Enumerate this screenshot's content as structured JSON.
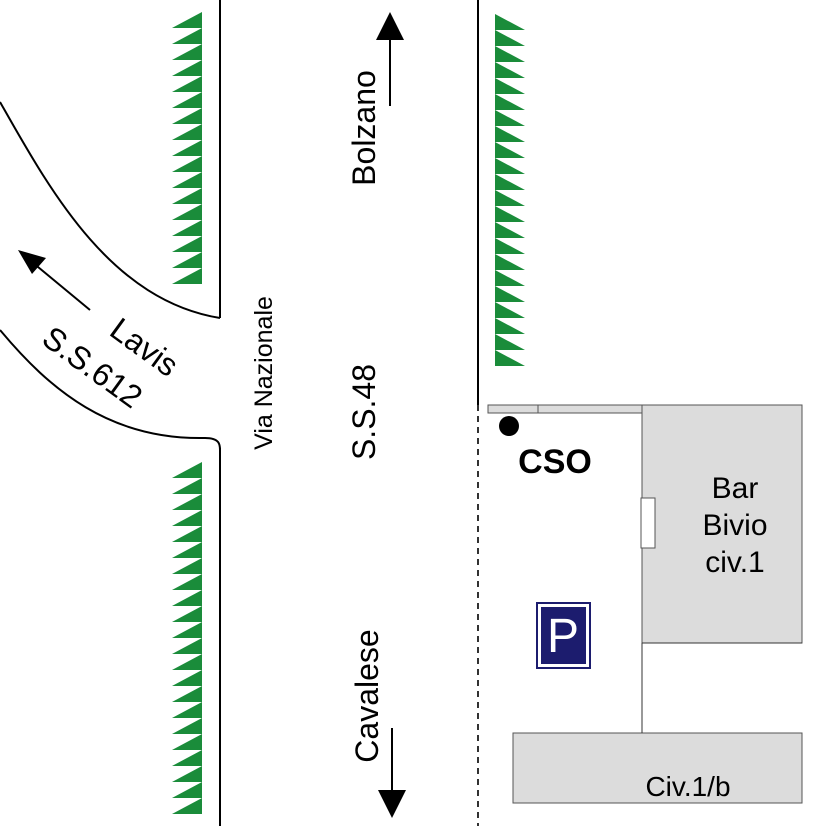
{
  "roads": {
    "main_street_name": "Via Nazionale",
    "main_road_code": "S.S.48",
    "north_destination": "Bolzano",
    "south_destination": "Cavalese",
    "branch_destination": "Lavis",
    "branch_road_code": "S.S.612"
  },
  "places": {
    "marker_label": "CSO",
    "bar_name_line1": "Bar",
    "bar_name_line2": "Bivio",
    "bar_number": "civ.1",
    "lower_building": "Civ.1/b",
    "parking_symbol": "P"
  },
  "colors": {
    "tree_green": "#1a8c3a",
    "building_gray": "#dcdcdc",
    "parking_blue": "#1c1c6e"
  }
}
